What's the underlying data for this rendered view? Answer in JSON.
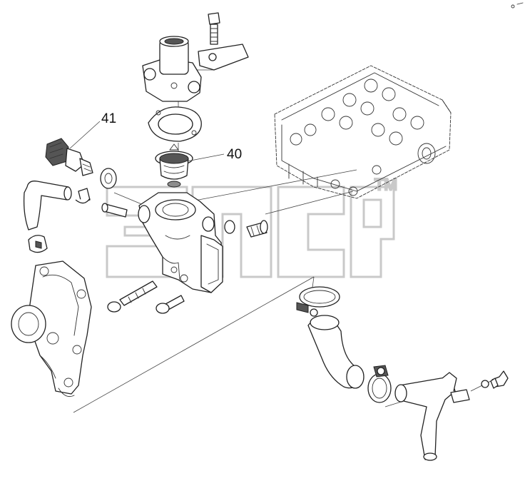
{
  "callouts": {
    "sensor_number": "41",
    "thermostat_number": "40"
  },
  "watermark": {
    "trademark": "TM"
  },
  "colors": {
    "line": "#222222",
    "watermark": "#c8c8c8",
    "background": "#ffffff"
  }
}
